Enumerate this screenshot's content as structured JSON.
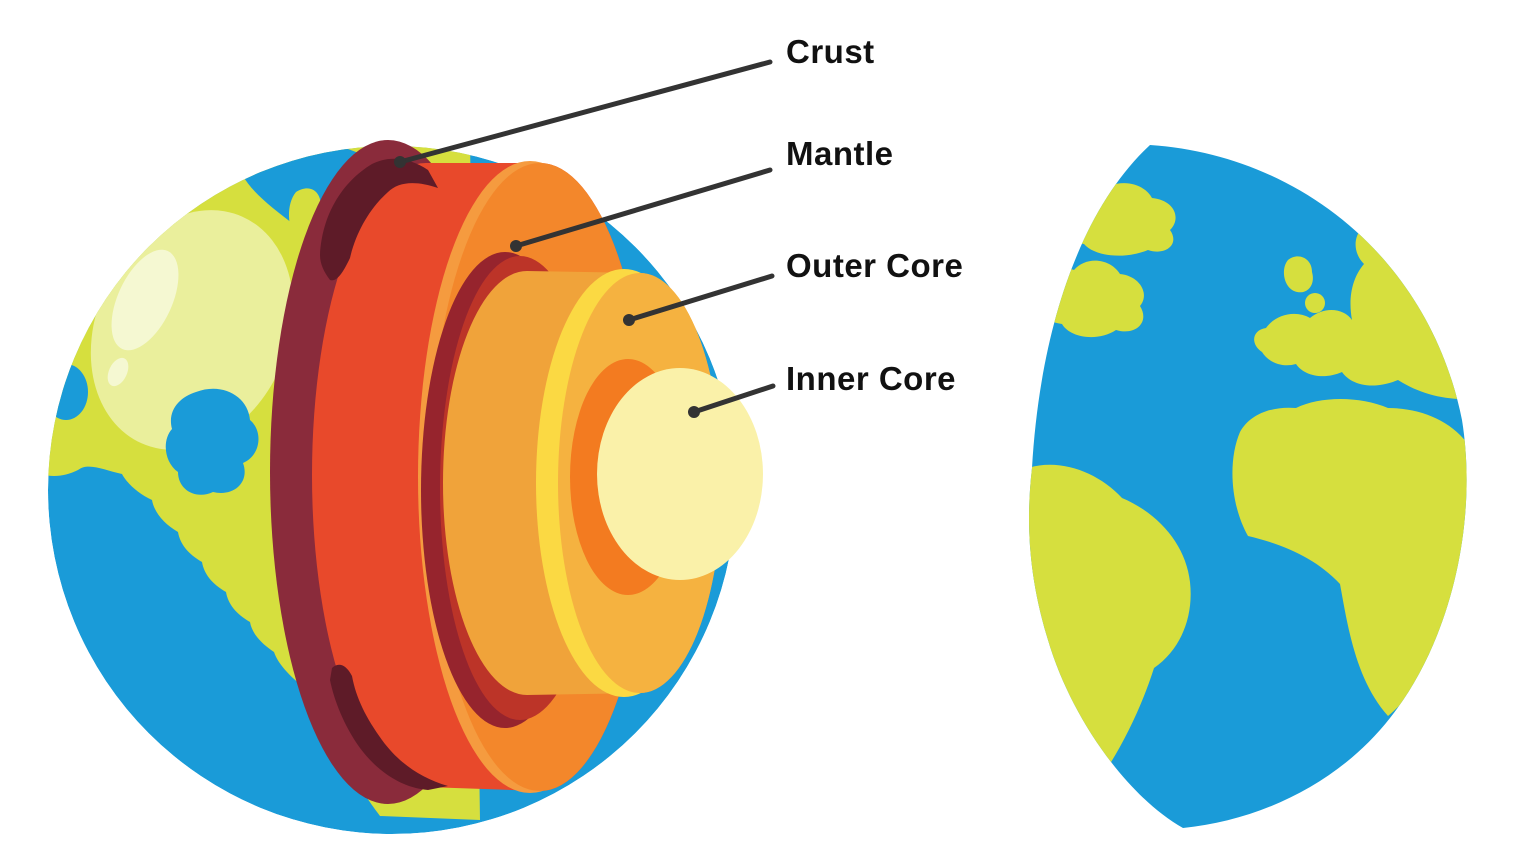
{
  "diagram": {
    "type": "earth-layers-cutaway",
    "labels": [
      {
        "id": "crust",
        "text": "Crust"
      },
      {
        "id": "mantle",
        "text": "Mantle"
      },
      {
        "id": "outer_core",
        "text": "Outer Core"
      },
      {
        "id": "inner_core",
        "text": "Inner Core"
      }
    ],
    "colors": {
      "background": "#ffffff",
      "ocean": "#1A9BD8",
      "land": "#D6DF3E",
      "land_highlight": "#EAEF9C",
      "land_shine": "#F5F8D2",
      "crust": "#8A2B3B",
      "crust_inner_shadow": "#5E1B28",
      "mantle_rim": "#E8492B",
      "mantle_edge_light": "#F59B3F",
      "mantle_face": "#F3872B",
      "mantle_hole_dark": "#96242D",
      "mantle_hole": "#BC3428",
      "outer_core_rim": "#F0A33A",
      "outer_core_edge": "#FBD943",
      "outer_core_face": "#F5B240",
      "inner_core_backing": "#F37B20",
      "inner_core": "#FAF1A9",
      "leader_line": "#333333",
      "label_text": "#111111"
    }
  }
}
